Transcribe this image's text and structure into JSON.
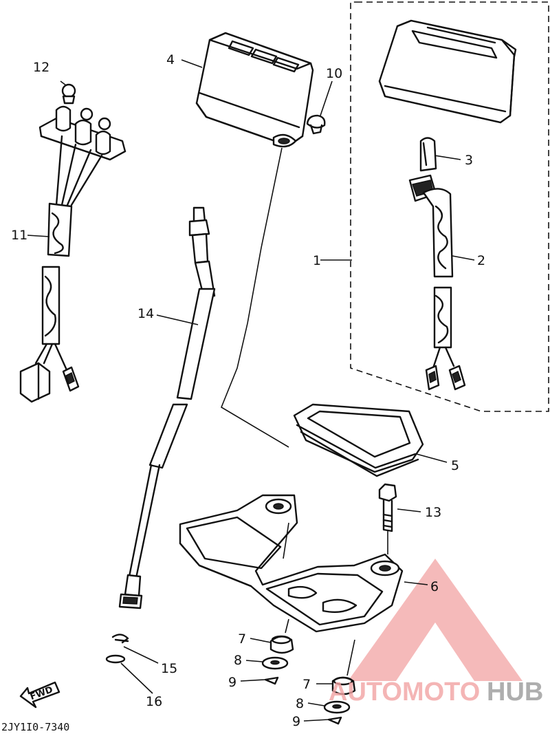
{
  "diagram": {
    "callouts": [
      {
        "id": "c1",
        "label": "1"
      },
      {
        "id": "c2",
        "label": "2"
      },
      {
        "id": "c3",
        "label": "3"
      },
      {
        "id": "c4",
        "label": "4"
      },
      {
        "id": "c5",
        "label": "5"
      },
      {
        "id": "c6",
        "label": "6"
      },
      {
        "id": "c7a",
        "label": "7"
      },
      {
        "id": "c7b",
        "label": "7"
      },
      {
        "id": "c8a",
        "label": "8"
      },
      {
        "id": "c8b",
        "label": "8"
      },
      {
        "id": "c9a",
        "label": "9"
      },
      {
        "id": "c9b",
        "label": "9"
      },
      {
        "id": "c10",
        "label": "10"
      },
      {
        "id": "c11",
        "label": "11"
      },
      {
        "id": "c12",
        "label": "12"
      },
      {
        "id": "c13",
        "label": "13"
      },
      {
        "id": "c14",
        "label": "14"
      },
      {
        "id": "c15",
        "label": "15"
      },
      {
        "id": "c16",
        "label": "16"
      }
    ],
    "direction_label": "FWD",
    "drawing_code": "2JY1I0-7340"
  },
  "watermark": {
    "brand_part1": "AUTOMOTO",
    "brand_part2": "HUB",
    "colors": {
      "accent": "#f2a3a3",
      "dark": "#9a9a9a"
    }
  }
}
